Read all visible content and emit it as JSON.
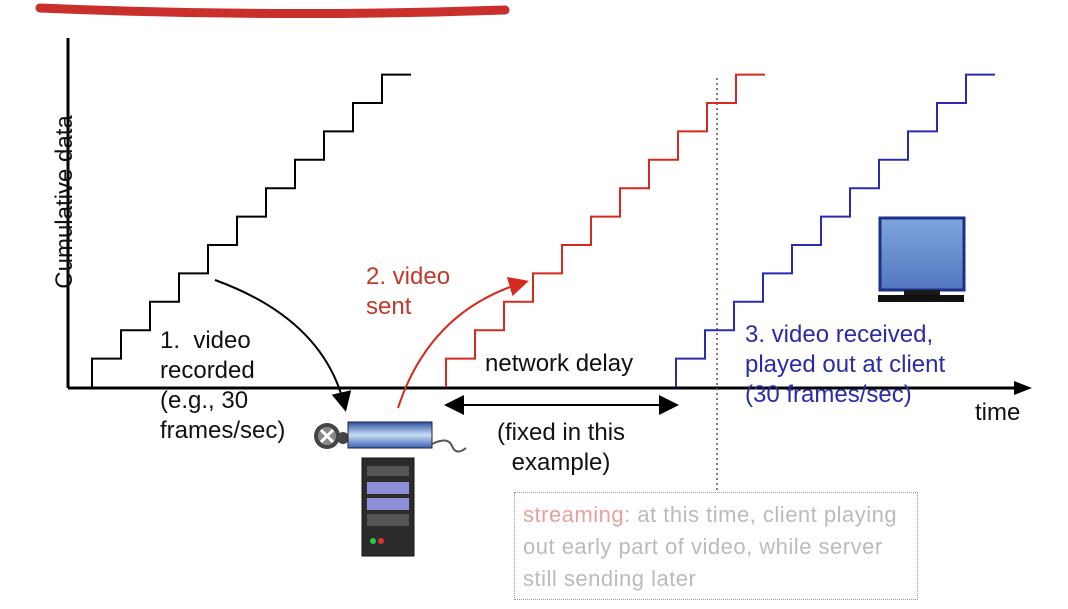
{
  "axes": {
    "ylabel": "Cumulative data",
    "xlabel": "time"
  },
  "labels": {
    "recorded": "1.  video\nrecorded\n(e.g., 30\nframes/sec)",
    "sent": "2. video\nsent",
    "network_delay": "network delay",
    "fixed": "(fixed in this\nexample)",
    "received": "3. video received,\nplayed out at client\n(30 frames/sec)"
  },
  "note": {
    "highlight": "streaming",
    "text": ": at this time, client playing out early part of video, while server still sending later"
  },
  "colors": {
    "recorded": "#000000",
    "sent": "#d42a1f",
    "received": "#2b2bb0",
    "underline": "#c9302c"
  },
  "stairs": {
    "steps": 11
  }
}
